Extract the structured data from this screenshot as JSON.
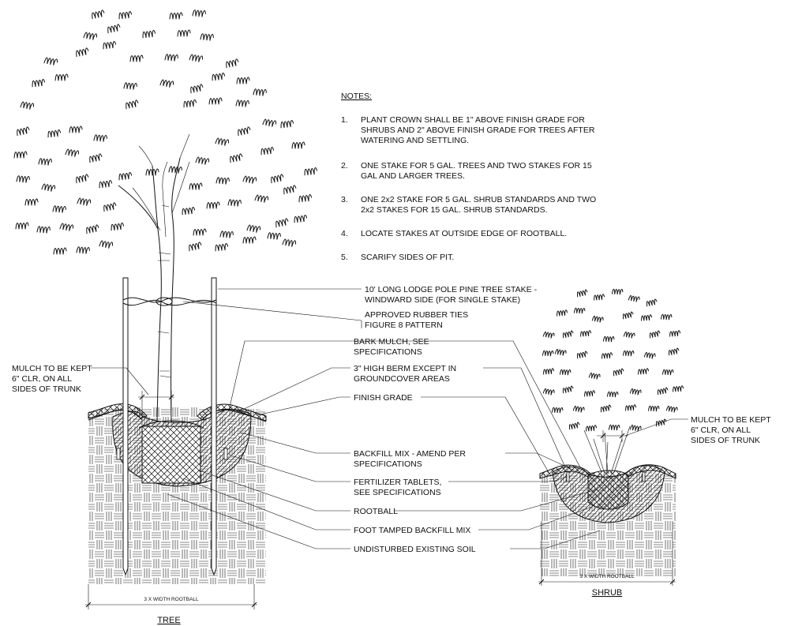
{
  "notes": {
    "header": "NOTES:",
    "items": [
      {
        "num": "1.",
        "lines": [
          "PLANT CROWN SHALL BE 1\" ABOVE FINISH GRADE FOR",
          "SHRUBS AND 2\" ABOVE FINISH GRADE FOR TREES AFTER",
          "WATERING AND SETTLING."
        ]
      },
      {
        "num": "2.",
        "lines": [
          "ONE STAKE FOR 5 GAL. TREES AND TWO STAKES FOR 15",
          "GAL AND LARGER TREES."
        ]
      },
      {
        "num": "3.",
        "lines": [
          "ONE 2x2 STAKE FOR 5 GAL. SHRUB STANDARDS AND TWO",
          "2x2 STAKES FOR 15 GAL. SHRUB STANDARDS."
        ]
      },
      {
        "num": "4.",
        "lines": [
          "LOCATE STAKES AT OUTSIDE EDGE OF ROOTBALL."
        ]
      },
      {
        "num": "5.",
        "lines": [
          "SCARIFY SIDES OF PIT."
        ]
      }
    ]
  },
  "callouts": {
    "stake": [
      "10' LONG LODGE POLE PINE TREE STAKE -",
      "WINDWARD SIDE (FOR SINGLE STAKE)"
    ],
    "ties": [
      "APPROVED RUBBER TIES",
      "FIGURE 8  PATTERN"
    ],
    "bark": [
      "BARK MULCH, SEE",
      "SPECIFICATIONS"
    ],
    "berm": [
      "3\" HIGH BERM EXCEPT IN",
      "GROUNDCOVER AREAS"
    ],
    "finish": [
      "FINISH GRADE"
    ],
    "backfill": [
      "BACKFILL MIX - AMEND PER",
      "SPECIFICATIONS"
    ],
    "fert": [
      "FERTILIZER TABLETS,",
      "SEE SPECIFICATIONS"
    ],
    "rootball": [
      "ROOTBALL"
    ],
    "foot": [
      "FOOT TAMPED BACKFILL MIX"
    ],
    "soil": [
      "UNDISTURBED EXISTING SOIL"
    ],
    "mulch_left": [
      "MULCH TO BE KEPT",
      "6\" CLR, ON ALL",
      "SIDES OF TRUNK"
    ],
    "mulch_right": [
      "MULCH TO BE KEPT",
      "6\" CLR, ON ALL",
      "SIDES OF TRUNK"
    ]
  },
  "dimensions": {
    "tree_width": "3 X WIDTH ROOTBALL",
    "shrub_width": "3 X WIDTH ROOTBALL"
  },
  "titles": {
    "tree": "TREE",
    "shrub": "SHRUB"
  }
}
